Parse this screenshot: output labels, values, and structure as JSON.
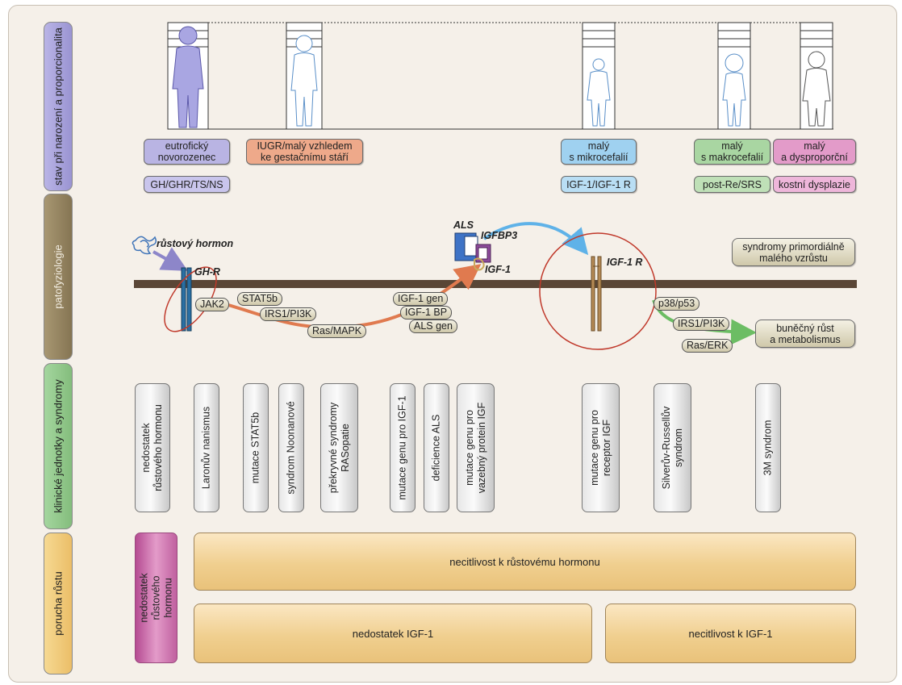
{
  "row_labels": {
    "birth": "stav při narození a proporcionalita",
    "pathophysiology": "patofyziologie",
    "clinical": "klinické jednotky a syndromy",
    "growth_disorder": "porucha růstu"
  },
  "birth_states": [
    {
      "label": "eutrofický\nnovorozenec",
      "color": "#b9b4e3"
    },
    {
      "label": "IUGR/malý vzhledem\nke gestačnímu stáří",
      "color": "#eea98a"
    },
    {
      "label": "malý\ns mikrocefalií",
      "color": "#9fd1f0"
    },
    {
      "label": "malý\ns makrocefalií",
      "color": "#a9d6a2"
    },
    {
      "label": "malý\na dysproporční",
      "color": "#e39bc9"
    }
  ],
  "birth_causes": [
    {
      "label": "GH/GHR/TS/NS",
      "color": "#c9c5ec"
    },
    {
      "label": "IGF-1/IGF-1 R",
      "color": "#b9def4"
    },
    {
      "label": "post-Re/SRS",
      "color": "#bfe0b7"
    },
    {
      "label": "kostní dysplazie",
      "color": "#eeb6da"
    }
  ],
  "pathophysiology": {
    "growth_hormone": "růstový hormon",
    "gh_receptor": "GH-R",
    "als": "ALS",
    "igfbp3": "IGFBP3",
    "igf1": "IGF-1",
    "igf1_receptor": "IGF-1 R",
    "primordial_syndromes": "syndromy primordiálně\nmalého vzrůstu",
    "cell_growth": "buněčný růst\na metabolismus",
    "tags": {
      "jak2": "JAK2",
      "stat5b": "STAT5b",
      "irs_pi3k_left": "IRS1/PI3K",
      "ras_mapk": "Ras/MAPK",
      "igf1_gene": "IGF-1 gen",
      "igf1_bp": "IGF-1 BP",
      "als_gene": "ALS gen",
      "p38_p53": "p38/p53",
      "irs_pi3k_right": "IRS1/PI3K",
      "ras_erk": "Ras/ERK"
    }
  },
  "clinical_units": [
    "nedostatek\nrůstového hormonu",
    "Laronův nanismus",
    "mutace STAT5b",
    "syndrom Noonanové",
    "překryvné syndromy\nRASopatie",
    "mutace genu pro IGF-1",
    "deficience ALS",
    "mutace genu pro\nvazebný protein IGF",
    "mutace genu pro\nreceptor IGF",
    "Silverův-Russellův\nsyndrom",
    "3M syndrom"
  ],
  "growth_disorders": {
    "gh_deficiency": "nedostatek\nrůstového\nhormonu",
    "gh_insensitivity": "necitlivost k růstovému hormonu",
    "igf1_deficiency": "nedostatek IGF-1",
    "igf1_insensitivity": "necitlivost k IGF-1"
  },
  "colors": {
    "row_birth": "#a49fd8",
    "row_pathophysiology": "#8f7f5c",
    "row_clinical": "#8fc78a",
    "row_growth_disorder": "#f2cc7c",
    "membrane": "#5a4636",
    "gh_receptor": "#2a6fa3",
    "igf_receptor": "#b58a55",
    "signal_arrow": "#e07a4f",
    "igf_arrow": "#5fb2e8",
    "growth_arrow": "#6cbd64",
    "gh_deficiency_bar": "#cf62a8"
  }
}
